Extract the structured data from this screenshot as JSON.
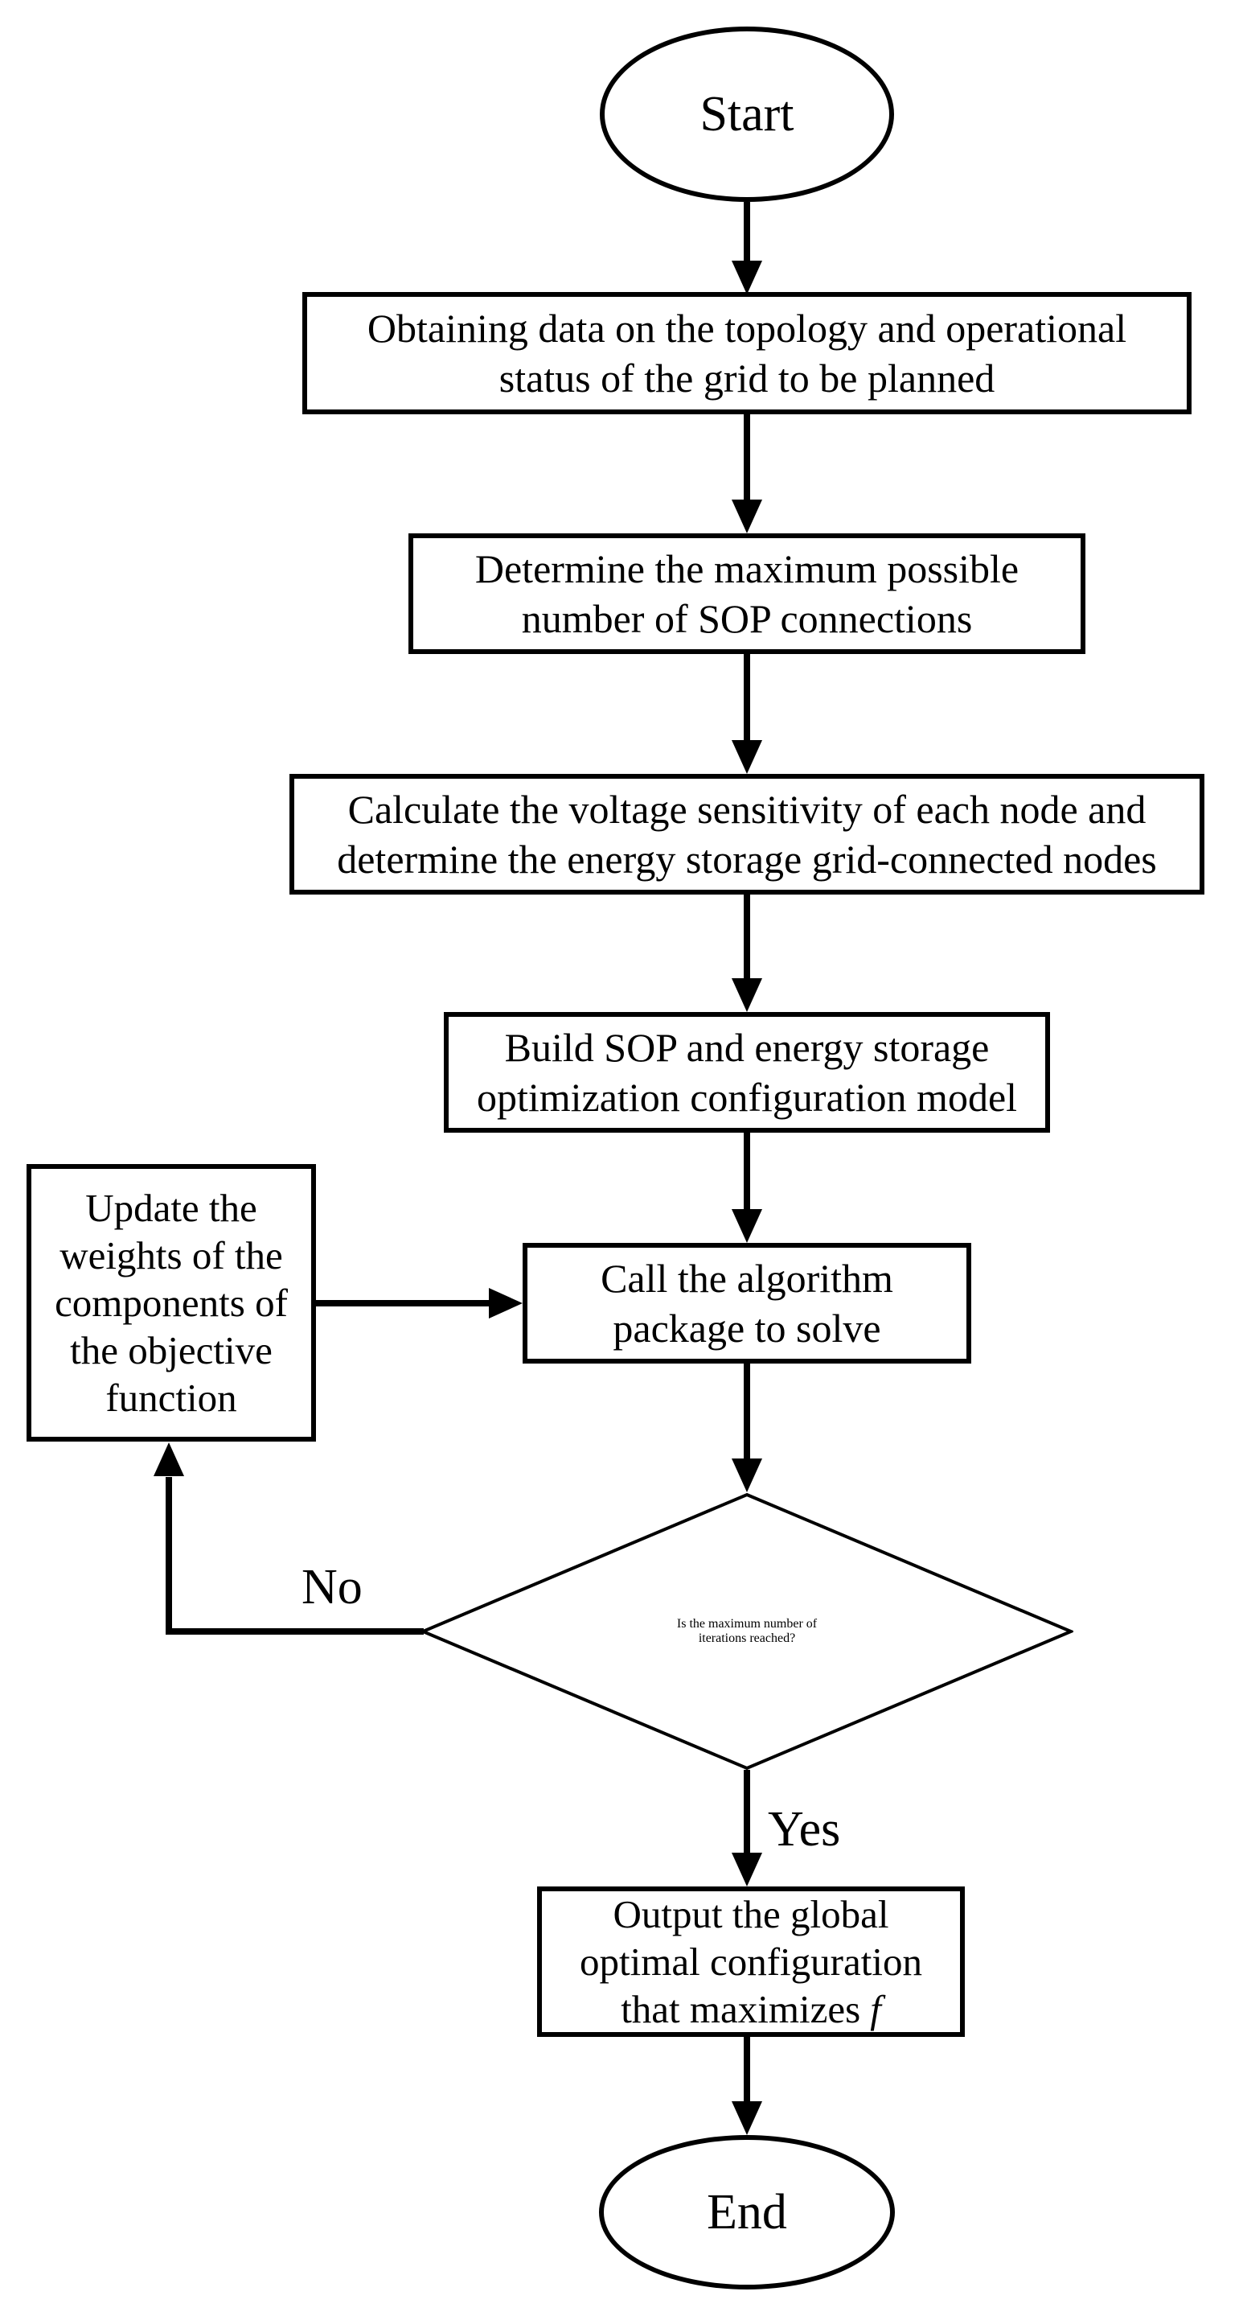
{
  "title": "SOP and energy storage optimal configuration flowchart",
  "colors": {
    "line": "#000000",
    "background": "#ffffff",
    "text": "#000000"
  },
  "nodes": {
    "start": {
      "label": "Start"
    },
    "acquire_data": {
      "lines": [
        "Obtaining data on the topology and operational",
        "status of the grid to be planned"
      ]
    },
    "max_sop": {
      "lines": [
        "Determine the maximum possible",
        "number of SOP connections"
      ]
    },
    "voltage_sensitivity": {
      "lines": [
        "Calculate the voltage sensitivity of each node and",
        "determine the energy storage grid-connected nodes"
      ]
    },
    "build_model": {
      "lines": [
        "Build SOP and energy storage",
        "optimization configuration model"
      ]
    },
    "update_weights": {
      "lines": [
        "Update the",
        "weights of the",
        "components of",
        "the objective",
        "function"
      ]
    },
    "call_solver": {
      "lines": [
        "Call the algorithm",
        "package to solve"
      ]
    },
    "decision": {
      "lines": [
        "Is the maximum number of",
        "iterations reached?"
      ]
    },
    "output": {
      "lines": [
        "Output the global",
        "optimal configuration",
        "that maximizes"
      ],
      "italic_var": "f"
    },
    "end": {
      "label": "End"
    }
  },
  "edges": {
    "no_label": "No",
    "yes_label": "Yes"
  }
}
